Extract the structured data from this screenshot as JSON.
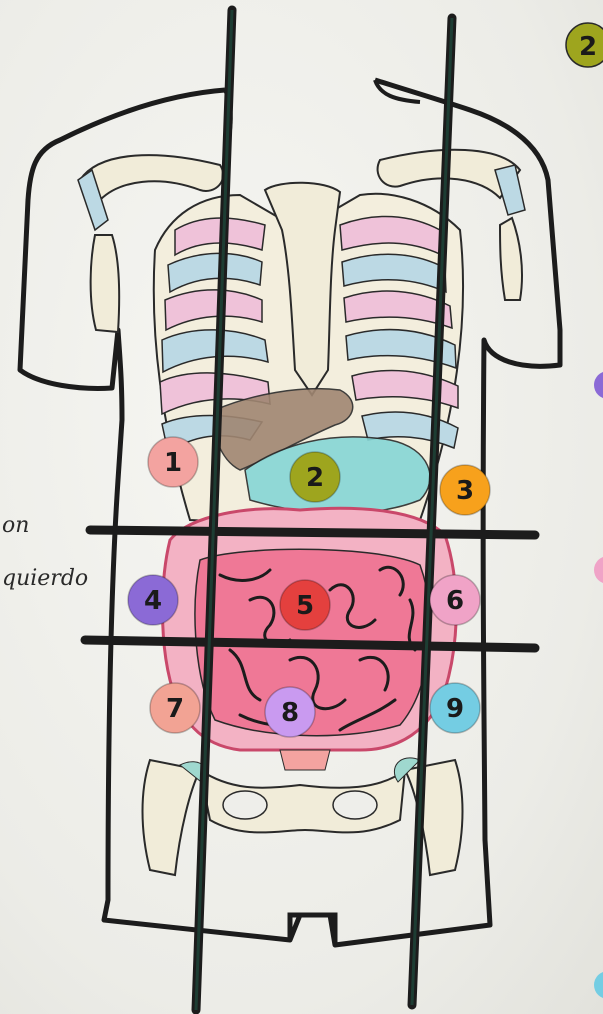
{
  "margin_notes": [
    "on",
    "quierdo"
  ],
  "regions": [
    {
      "label": "1",
      "color": "#f3a3a0"
    },
    {
      "label": "2",
      "color": "#9ea51e"
    },
    {
      "label": "3",
      "color": "#f7a11c"
    },
    {
      "label": "4",
      "color": "#8b6ad6"
    },
    {
      "label": "5",
      "color": "#e4403e"
    },
    {
      "label": "6",
      "color": "#f0a3c7"
    },
    {
      "label": "7",
      "color": "#f2a394"
    },
    {
      "label": "8",
      "color": "#c99af0"
    },
    {
      "label": "9",
      "color": "#74cde3"
    }
  ],
  "legend_dots": [
    {
      "label": "2",
      "color": "#9ea51e"
    }
  ],
  "colors": {
    "ink": "#1c1c1c",
    "bone": "#f1ecd9",
    "rib_pink": "#efc2d9",
    "rib_blue": "#bcd9e4",
    "liver": "#a08672",
    "stomach": "#86d6d6",
    "intestine": "#f08aa8",
    "colon": "#f3b2c4"
  }
}
